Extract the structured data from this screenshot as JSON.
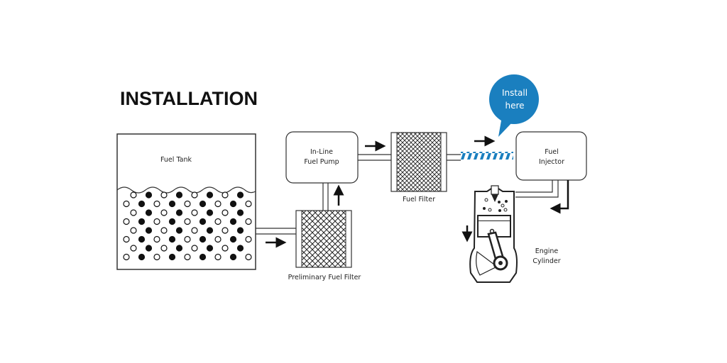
{
  "title": "INSTALLATION",
  "components": {
    "fuel_tank": "Fuel Tank",
    "pump_line1": "In-Line",
    "pump_line2": "Fuel Pump",
    "preliminary_filter": "Preliminary Fuel Filter",
    "fuel_filter": "Fuel Filter",
    "injector_line1": "Fuel",
    "injector_line2": "Injector",
    "engine_line1": "Engine",
    "engine_line2": "Cylinder"
  },
  "callout": {
    "line1": "Install",
    "line2": "here"
  },
  "colors": {
    "accent": "#1a7fbf",
    "ink": "#111111"
  }
}
